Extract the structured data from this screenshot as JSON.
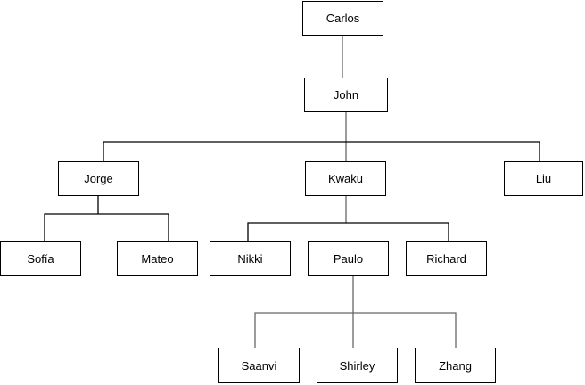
{
  "diagram": {
    "type": "tree",
    "background": "#ffffff",
    "node_fill": "#ffffff",
    "node_border_color": "#000000",
    "connector_color": "#000000",
    "stem_color": "#666666",
    "nodes": [
      {
        "id": "carlos",
        "label": "Carlos",
        "parent": null
      },
      {
        "id": "john",
        "label": "John",
        "parent": "carlos"
      },
      {
        "id": "jorge",
        "label": "Jorge",
        "parent": "john"
      },
      {
        "id": "kwaku",
        "label": "Kwaku",
        "parent": "john"
      },
      {
        "id": "liu",
        "label": "Liu",
        "parent": "john"
      },
      {
        "id": "sofia",
        "label": "Sofía",
        "parent": "jorge"
      },
      {
        "id": "mateo",
        "label": "Mateo",
        "parent": "jorge"
      },
      {
        "id": "nikki",
        "label": "Nikki",
        "parent": "kwaku"
      },
      {
        "id": "paulo",
        "label": "Paulo",
        "parent": "kwaku"
      },
      {
        "id": "richard",
        "label": "Richard",
        "parent": "kwaku"
      },
      {
        "id": "saanvi",
        "label": "Saanvi",
        "parent": "paulo"
      },
      {
        "id": "shirley",
        "label": "Shirley",
        "parent": "paulo"
      },
      {
        "id": "zhang",
        "label": "Zhang",
        "parent": "paulo"
      }
    ]
  }
}
